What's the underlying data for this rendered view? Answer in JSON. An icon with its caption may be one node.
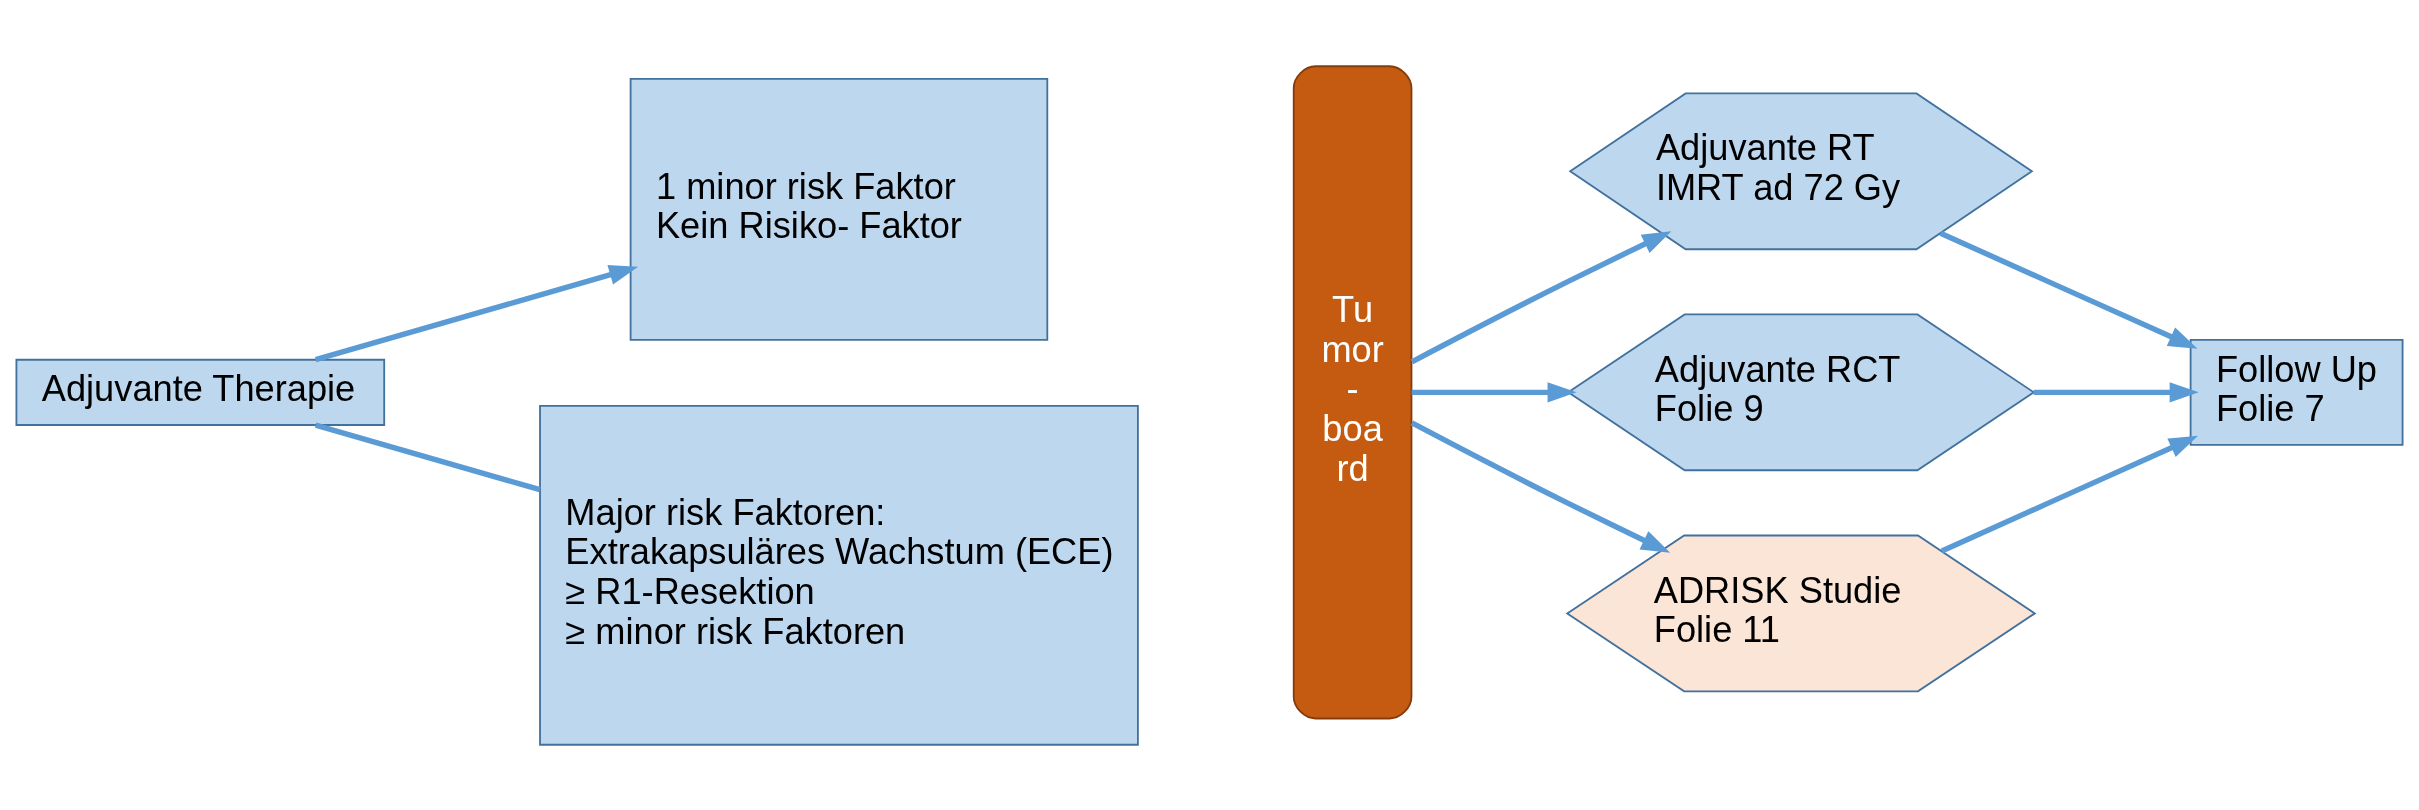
{
  "diagram": {
    "nodes": [
      {
        "text": [
          "Adjuvante Therapie"
        ]
      },
      {
        "text": [
          "1 minor risk Faktor",
          "Kein Risiko- Faktor"
        ]
      },
      {
        "text": [
          "Major risk Faktoren:",
          "Extrakapsuläres Wachstum (ECE)",
          "≥ R1-Resektion",
          "≥ minor risk Faktoren"
        ]
      },
      {
        "text": [
          "Tu mor - boa rd"
        ]
      },
      {
        "text": [
          "Adjuvante RT",
          "IMRT ad 72 Gy"
        ]
      },
      {
        "text": [
          "Adjuvante RCT",
          "Folie 9"
        ]
      },
      {
        "text": [
          "ADRISK Studie",
          "Folie 11"
        ]
      },
      {
        "text": [
          "Follow Up",
          "Folie 7"
        ]
      }
    ],
    "edges": [
      {
        "from": 0,
        "to": 1,
        "arrow": "to"
      },
      {
        "from": 0,
        "to": 2,
        "arrow": "none"
      },
      {
        "from": 3,
        "to": 4,
        "arrow": "to"
      },
      {
        "from": 3,
        "to": 5,
        "arrow": "to"
      },
      {
        "from": 3,
        "to": 6,
        "arrow": "to"
      },
      {
        "from": 4,
        "to": 7,
        "arrow": "to"
      },
      {
        "from": 5,
        "to": 7,
        "arrow": "to"
      },
      {
        "from": 6,
        "to": 7,
        "arrow": "to"
      }
    ]
  }
}
